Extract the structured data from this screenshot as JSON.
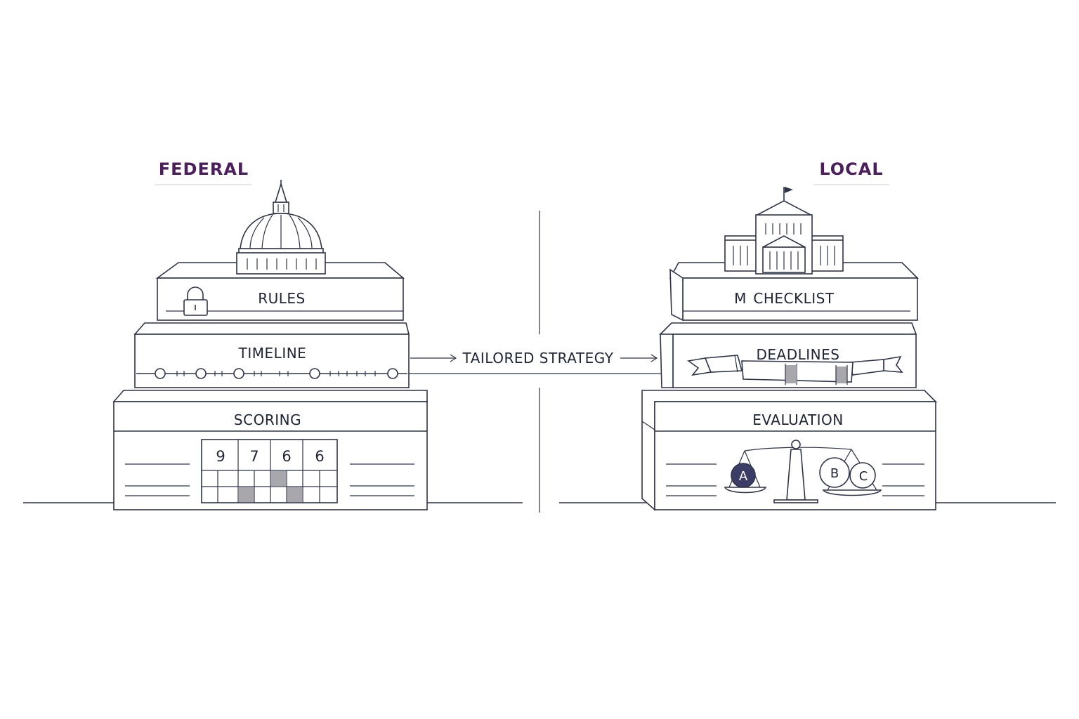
{
  "federal": {
    "heading": "FEDERAL",
    "rules_label": "RULES",
    "timeline_label": "TIMELINE",
    "scoring_label": "SCORING",
    "scores": [
      "9",
      "7",
      "6",
      "6"
    ]
  },
  "local": {
    "heading": "LOCAL",
    "checklist_label": "CHECKLIST",
    "checklist_mark": "M",
    "deadlines_label": "DEADLINES",
    "evaluation_label": "EVALUATION",
    "options": [
      "A",
      "B",
      "C"
    ]
  },
  "connector": {
    "label": "TAILORED STRATEGY"
  },
  "colors": {
    "heading": "#4a1f5c",
    "line": "#2e3447",
    "fill_gray": "#a8a8ac",
    "highlight": "#3b3d66"
  }
}
